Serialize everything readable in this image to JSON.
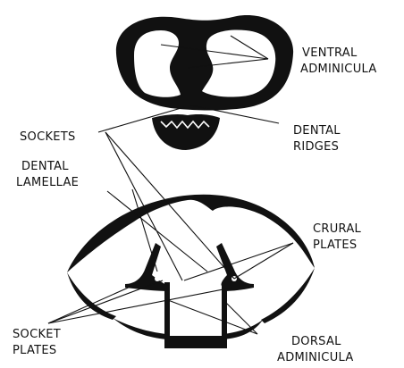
{
  "colors": {
    "ink": "#111111",
    "background": "#ffffff"
  },
  "labels": {
    "ventral": [
      "VENTRAL",
      "ADMINICULA"
    ],
    "dental_ridges": [
      "DENTAL",
      "RIDGES"
    ],
    "sockets": [
      "SOCKETS"
    ],
    "dental_lamellae": [
      "DENTAL",
      "LAMELLAE"
    ],
    "crural": [
      "CRURAL",
      "PLATES"
    ],
    "socket_plates": [
      "SOCKET",
      "PLATES"
    ],
    "dorsal": [
      "DORSAL",
      "ADMINICULA"
    ]
  }
}
